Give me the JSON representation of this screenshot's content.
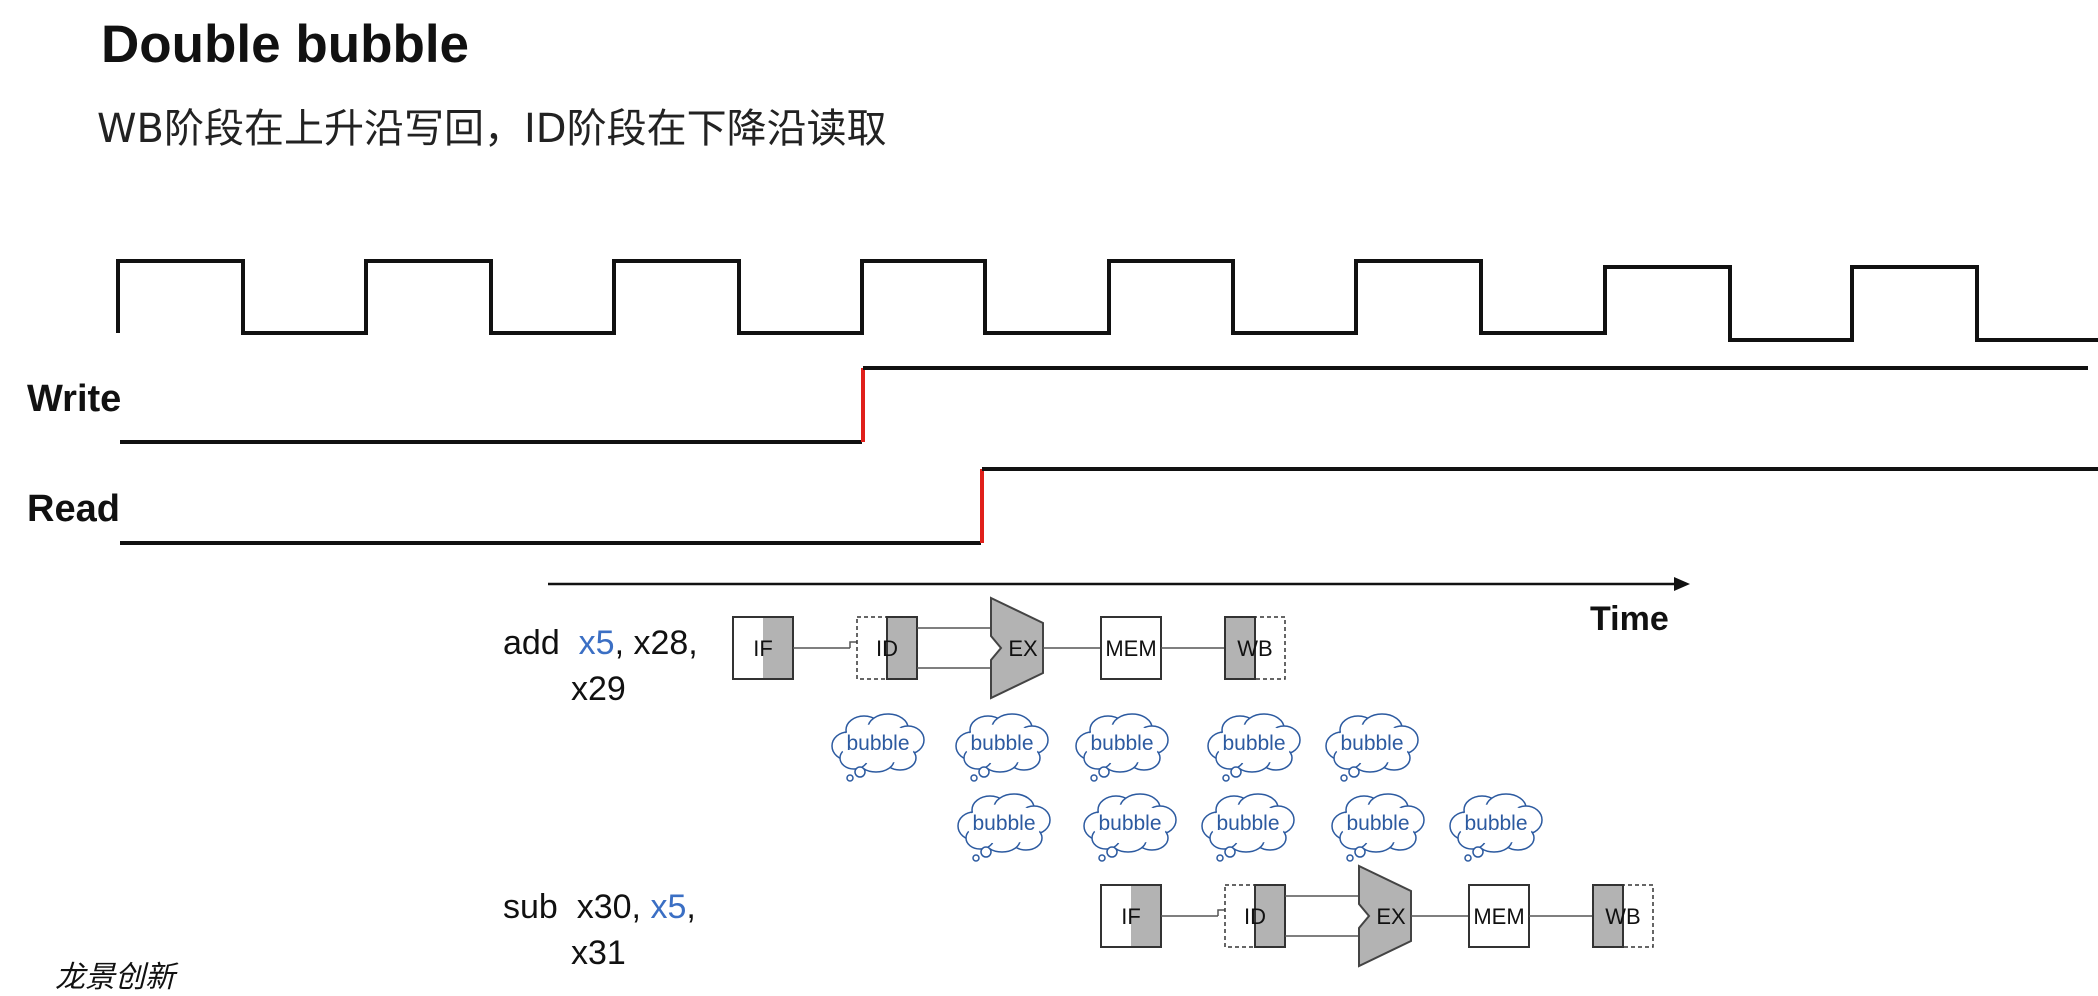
{
  "header": {
    "title": "Double bubble",
    "subtitle": "WB阶段在上升沿写回，ID阶段在下降沿读取"
  },
  "signals": {
    "write_label": "Write",
    "read_label": "Read"
  },
  "timeline": {
    "label": "Time"
  },
  "instructions": {
    "first": {
      "op": "add",
      "dest": "x5",
      "rest": ", x28,",
      "line2": "x29"
    },
    "second": {
      "op": "sub",
      "src1": "x30,",
      "src2": "x5",
      "rest": ",",
      "line2": "x31"
    }
  },
  "pipeline": {
    "stages": [
      "IF",
      "ID",
      "EX",
      "MEM",
      "WB"
    ]
  },
  "bubbles": {
    "label": "bubble",
    "row1_count": 5,
    "row2_count": 5
  },
  "footer": {
    "signature": "龙景创新"
  },
  "colors": {
    "edge_highlight": "#e0201a",
    "register_accent": "#3b6fc4",
    "stage_fill": "#b3b3b3",
    "bubble_stroke": "#2c5aa0"
  }
}
